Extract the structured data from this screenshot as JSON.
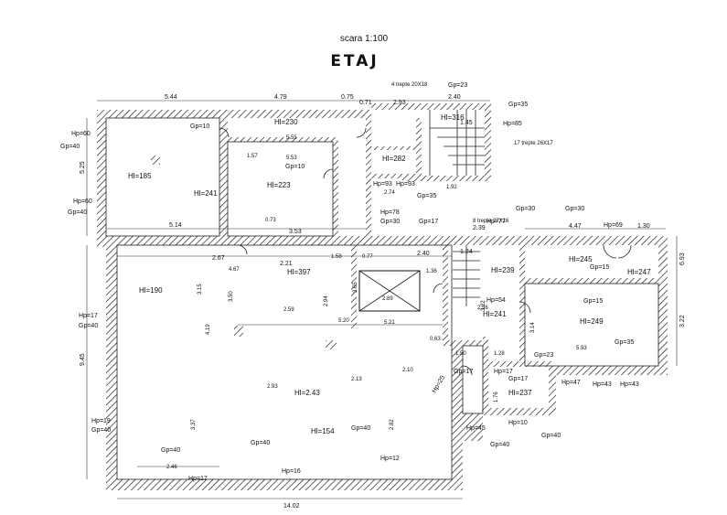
{
  "header": {
    "scale": "scara 1:100",
    "title": "ETAJ"
  },
  "stair_notes": {
    "top": "4 trepte 20X18",
    "right": "17 trepte 26X17",
    "middle": "8 trepte 27X16"
  },
  "overall_dims": {
    "top": [
      "5.44",
      "4.79",
      "0.75",
      "0.71",
      "2.93",
      "2.40",
      "1.45"
    ],
    "middle": [
      "5.14",
      "3.53",
      "4.47",
      "1.30",
      "2.67",
      "2.21",
      "2.40",
      "1.24",
      "2.39"
    ],
    "bottom": "14.02",
    "left": [
      "5.25",
      "9.45"
    ],
    "right": [
      "6.93",
      "3.22"
    ]
  },
  "room_labels": {
    "r1_hi": "Hl=185",
    "r2_hi": "Hl=241",
    "r3_hi": "Hl=223",
    "r4_hi": "Hl=230",
    "r5_hi": "Hl=282",
    "r6_hi": "Hl=316",
    "r7_hi": "Hl=397",
    "r8_hi": "Hl=190",
    "r9_hi": "Hl=2.43",
    "r10_hi": "Hl=154",
    "r11_hi": "Hl=245",
    "r12_hi": "Hl=247",
    "r13_hi": "Hl=249",
    "r14_hi": "Hl=239",
    "r15_hi": "Hl=241",
    "r16_hi": "Hl=237"
  },
  "window_labels": {
    "gp10a": "Gp=10",
    "gp10b": "Gp=10",
    "gp23": "Gp=23",
    "gp35a": "Gp=35",
    "gp35b": "Gp=35",
    "hp85": "Hp=85",
    "hp60a": "Hp=60",
    "gp40a": "Gp=40",
    "hp60b": "Hp=60",
    "gp40b": "Gp=40",
    "hp93a": "Hp=93",
    "hp93b": "Hp=93",
    "hp78": "Hp=78",
    "gp30a": "Gp=30",
    "gp17a": "Gp=17",
    "hp77": "Hp=77",
    "gp30b": "Gp=30",
    "gp30c": "Gp=30",
    "hp69": "Hp=69",
    "gp15a": "Gp=15",
    "gp15b": "Gp=15",
    "hp17": "Hp=17",
    "gp40c": "Gp=40",
    "hp54": "Hp=54",
    "gp35c": "Gp=35",
    "gp23b": "Gp=23",
    "hp47": "Hp=47",
    "hp43a": "Hp=43",
    "hp43b": "Hp=43",
    "gp17b": "Gp=17",
    "hp19": "Hp=19",
    "gp40d": "Gp=40",
    "gp40e": "Gp=40",
    "gp40f": "Gp=40",
    "gp40g": "Gp=40",
    "hp12": "Hp=12",
    "hp16": "Hp=16",
    "hp17b": "Hp=17",
    "hp45": "Hp=45",
    "hp10": "Hp=10",
    "gp40h": "Gp=40",
    "gp40i": "Gp=40",
    "gp17c": "Gp=17",
    "hp17c": "Hp=17",
    "hp25": "Hp=25"
  },
  "inner_dims": {
    "d555": "5.55",
    "d553": "5.53",
    "d157": "1.57",
    "d274": "2.74",
    "d192": "1.92",
    "d073": "0.73",
    "d467": "4.67",
    "d294": "2.94",
    "d259": "2.59",
    "d520": "5.20",
    "d521": "5.21",
    "d289": "2.89",
    "d256": "2.56",
    "d593": "5.93",
    "d293": "2.93",
    "d213": "2.13",
    "d210": "2.10",
    "d246": "2.46",
    "d150": "1.50",
    "d128": "1.28",
    "d136": "1.36",
    "d063": "0.63",
    "d350": "3.50",
    "d365": "3.65",
    "d337": "3.37",
    "d419": "4.19",
    "d315": "3.15",
    "d314": "3.14",
    "d282": "2.82",
    "d322": "3.22",
    "d176": "1.76",
    "d158": "1.58",
    "d077": "0.77"
  },
  "colors": {
    "ink": "#111111",
    "paper": "#ffffff"
  }
}
